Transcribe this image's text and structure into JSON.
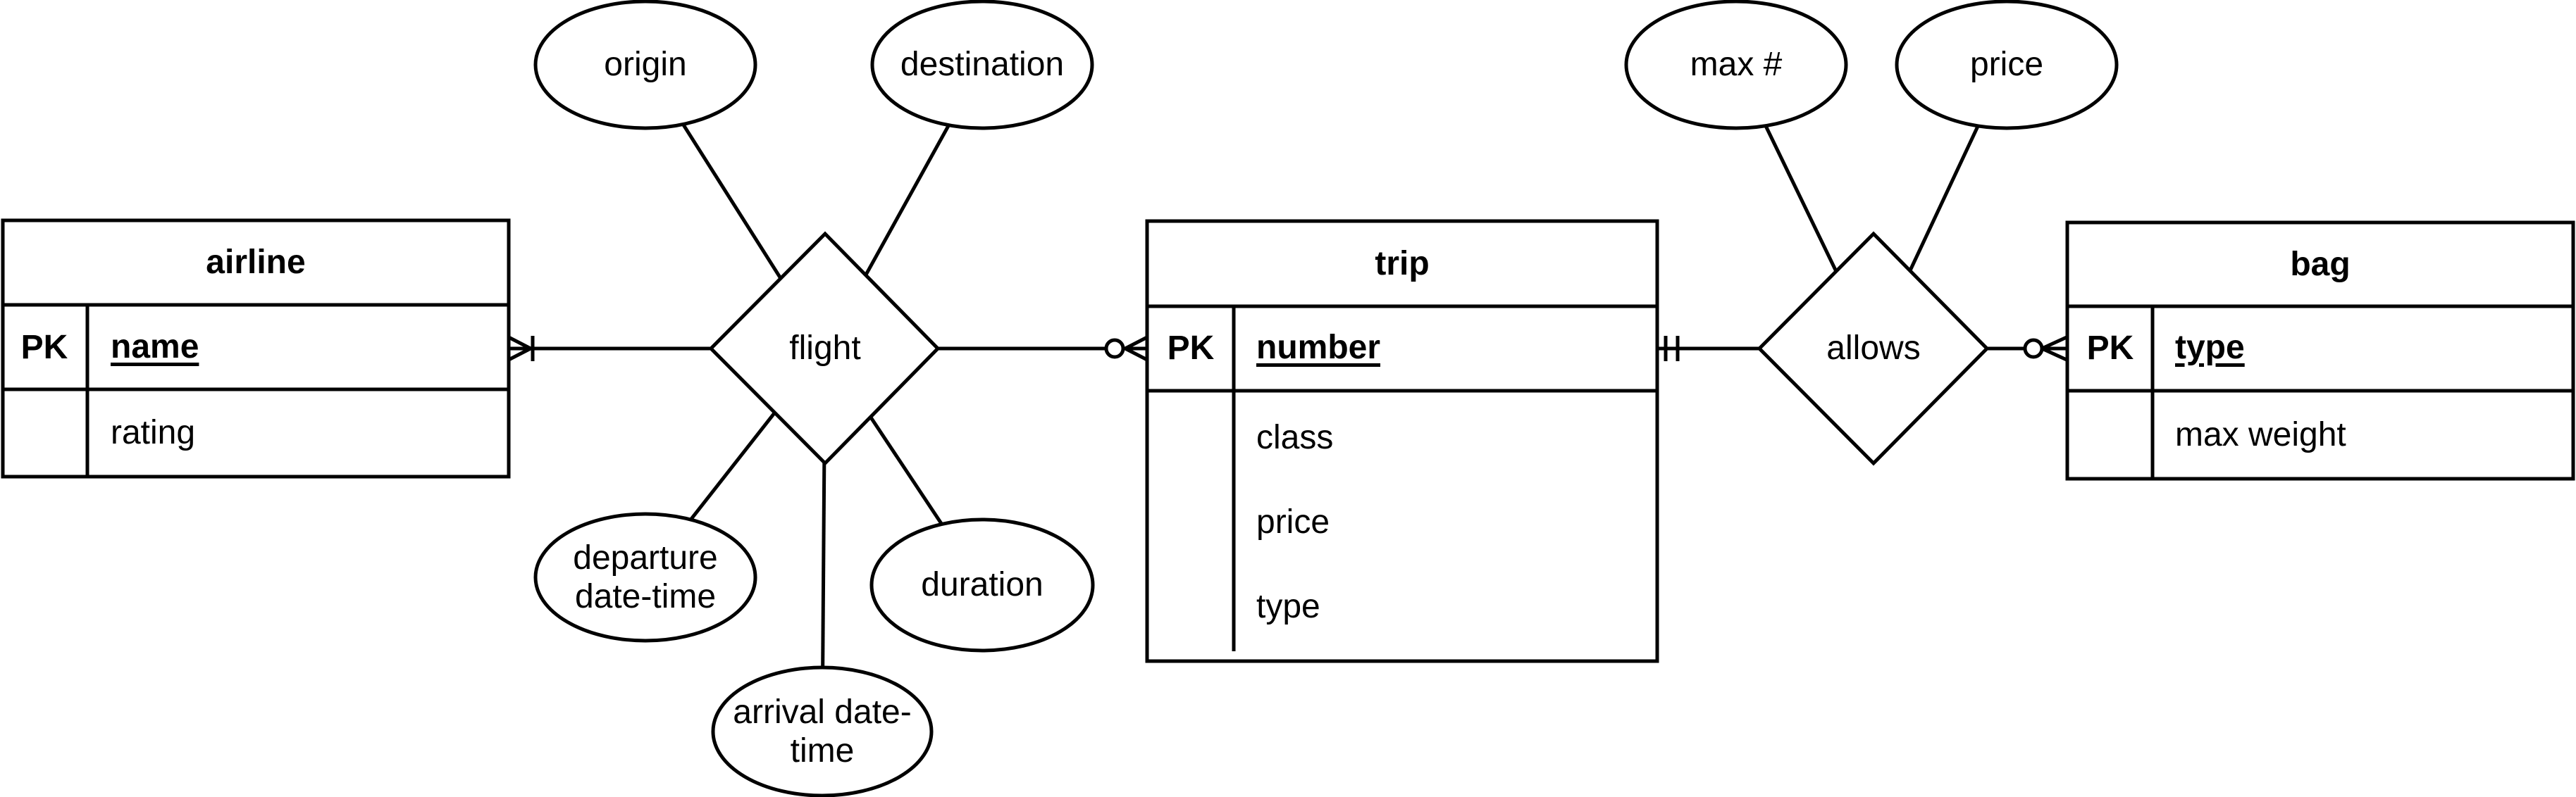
{
  "colors": {
    "stroke": "#000000",
    "background": "#ffffff",
    "text": "#000000"
  },
  "entities": {
    "airline": {
      "title": "airline",
      "pk_label": "PK",
      "key_attr": "name",
      "attrs": {
        "rating": "rating"
      }
    },
    "trip": {
      "title": "trip",
      "pk_label": "PK",
      "key_attr": "number",
      "attrs": {
        "class": "class",
        "price": "price",
        "type": "type"
      }
    },
    "bag": {
      "title": "bag",
      "pk_label": "PK",
      "key_attr": "type",
      "attrs": {
        "max_weight": "max weight"
      }
    }
  },
  "relationships": {
    "flight": {
      "label": "flight"
    },
    "allows": {
      "label": "allows"
    }
  },
  "ovals": {
    "origin": {
      "label": "origin"
    },
    "destination": {
      "label": "destination"
    },
    "departure": {
      "line1": "departure",
      "line2": "date-time"
    },
    "arrival": {
      "line1": "arrival date-",
      "line2": "time"
    },
    "duration": {
      "label": "duration"
    },
    "max_count": {
      "label": "max #"
    },
    "price": {
      "label": "price"
    }
  },
  "notation": {
    "airline_flight": "one-or-many at airline",
    "flight_trip": "zero-or-many at trip",
    "trip_allows": "one-and-only-one at trip",
    "allows_bag": "zero-or-many at bag"
  }
}
